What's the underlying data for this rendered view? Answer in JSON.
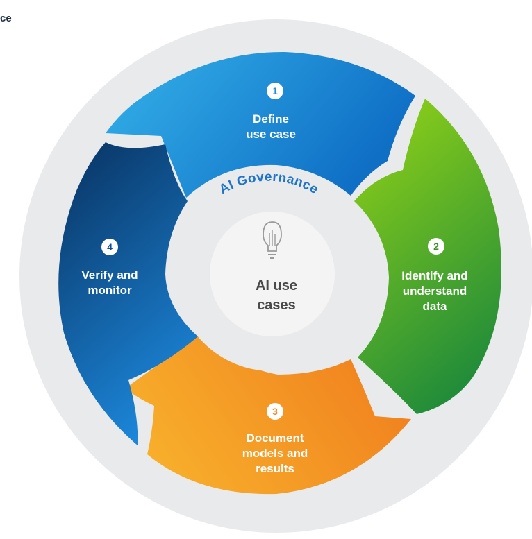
{
  "corner_label": "ce",
  "ring_label": "AI Governance",
  "center": {
    "line1": "AI use",
    "line2": "cases",
    "icon": "lightbulb-icon"
  },
  "steps": [
    {
      "number": "1",
      "line1": "Define",
      "line2": "use case",
      "line3": "",
      "color": "#1f8fd6"
    },
    {
      "number": "2",
      "line1": "Identify and",
      "line2": "understand",
      "line3": "data",
      "color": "#5aa82b"
    },
    {
      "number": "3",
      "line1": "Document",
      "line2": "models and",
      "line3": "results",
      "color": "#f29a24"
    },
    {
      "number": "4",
      "line1": "Verify and",
      "line2": "monitor",
      "line3": "",
      "color": "#0d4f96"
    }
  ],
  "colors": {
    "ring_bg": "#e9eaec",
    "center_bg": "#f2f2f2",
    "accent": "#1e74c8"
  }
}
